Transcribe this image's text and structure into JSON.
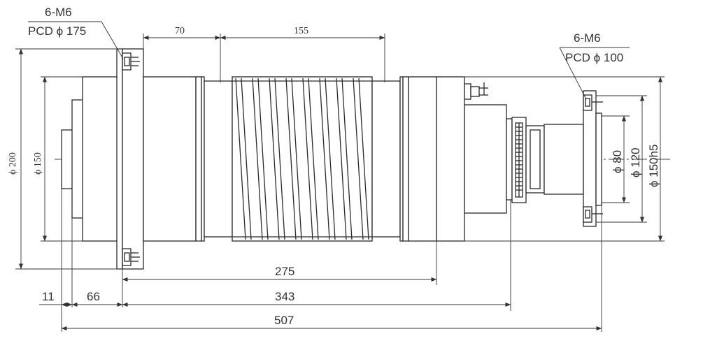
{
  "callouts": {
    "left_thread": "6-M6",
    "left_pcd": "PCD ϕ 175",
    "right_thread": "6-M6",
    "right_pcd": "PCD ϕ 100"
  },
  "dimensions": {
    "top_a": "70",
    "top_b": "155",
    "flange_dia": "ϕ 200",
    "body_dia": "ϕ 150",
    "shaft_dia": "ϕ 80",
    "hub_dia": "ϕ 120",
    "nose_dia": "ϕ 150h5",
    "len_275": "275",
    "len_343": "343",
    "len_507": "507",
    "len_11": "11",
    "len_66": "66"
  }
}
